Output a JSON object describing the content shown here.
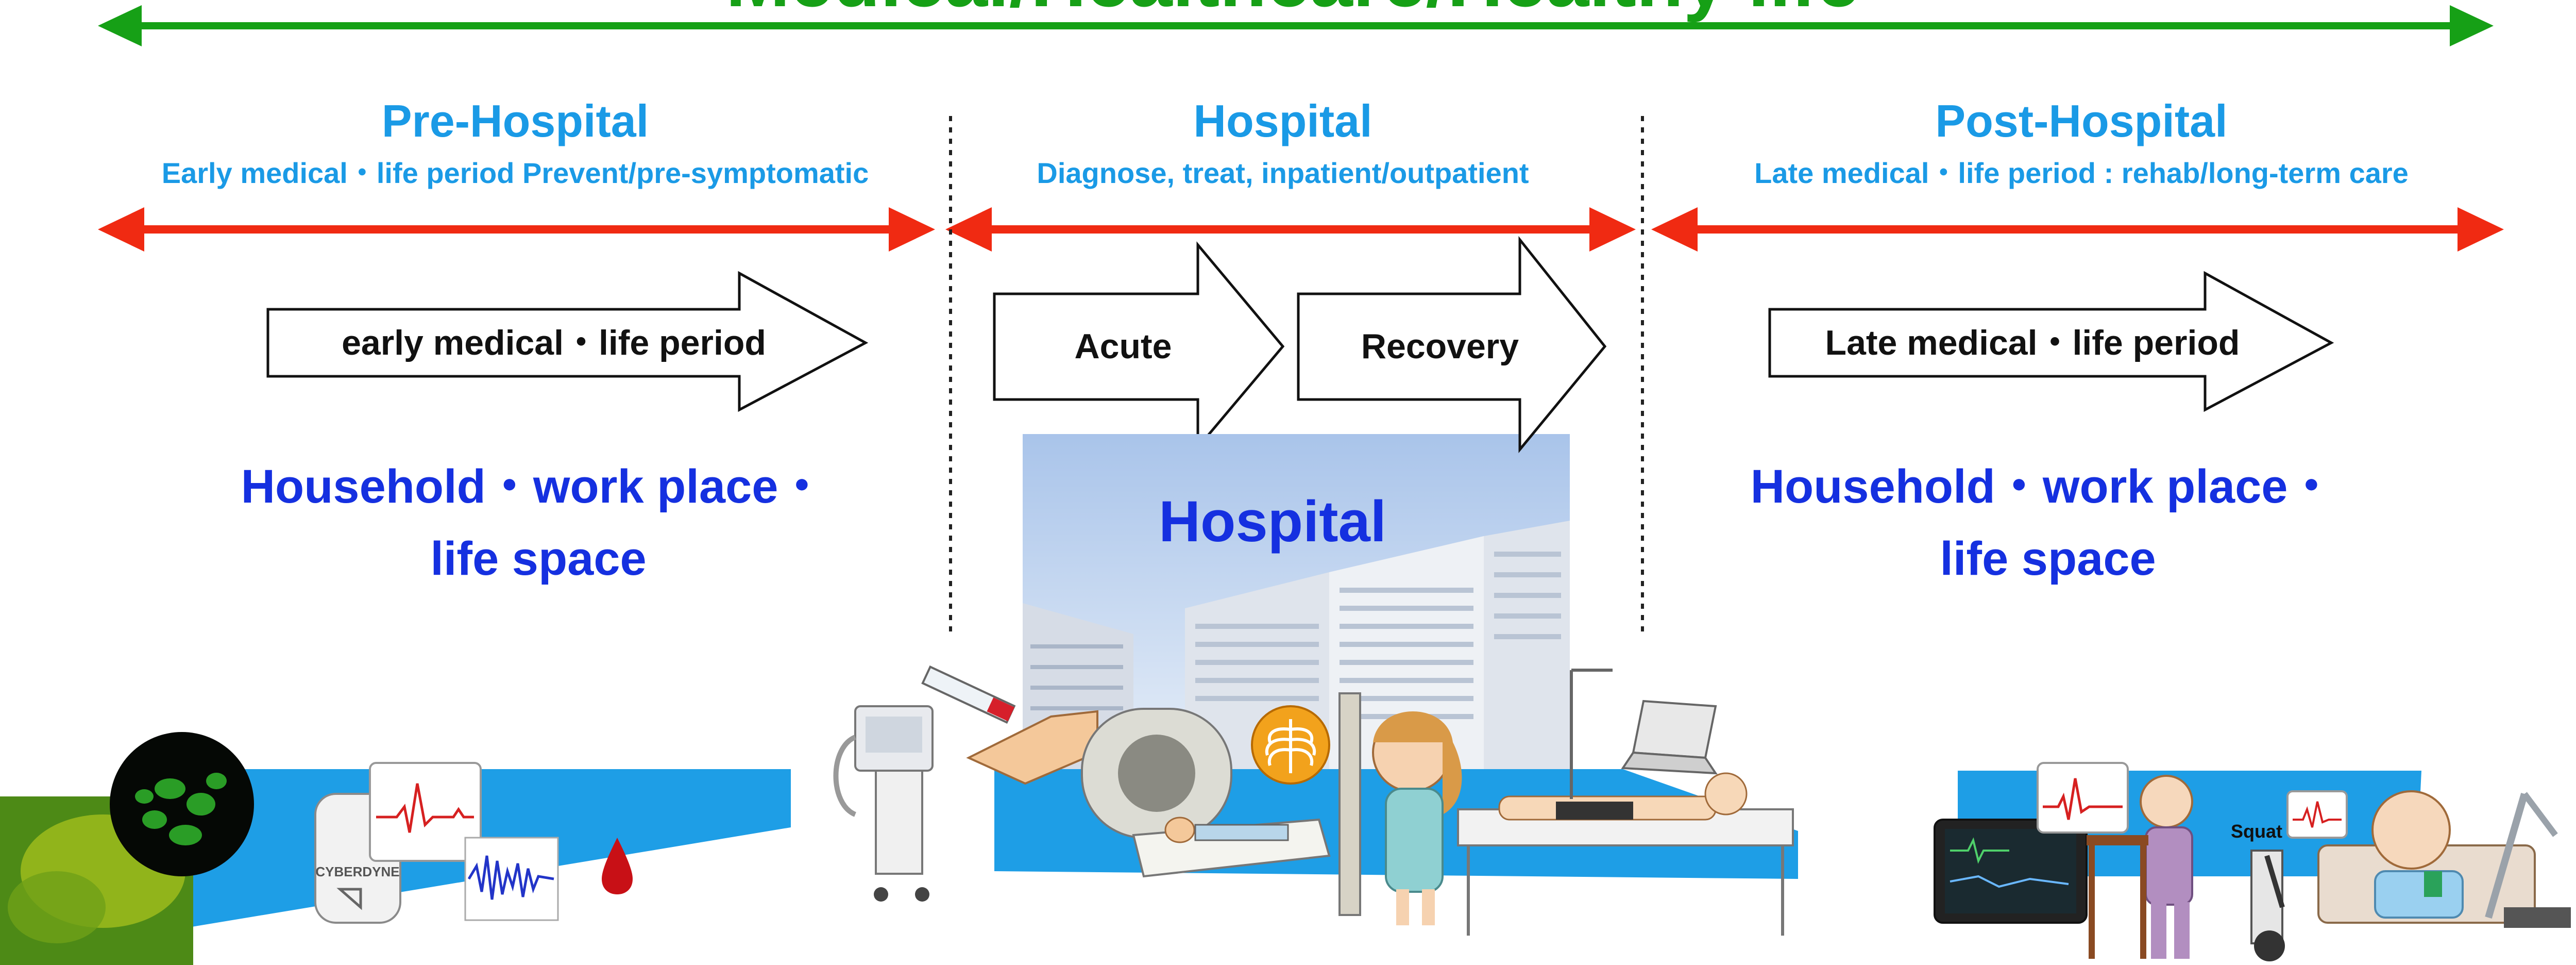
{
  "title": "Medical/Healthcare/Healthy life",
  "phases": [
    {
      "name": "Pre-Hospital",
      "description": "Early medical・life period  Prevent/pre-symptomatic"
    },
    {
      "name": "Hospital",
      "description": "Diagnose, treat, inpatient/outpatient"
    },
    {
      "name": "Post-Hospital",
      "description": "Late medical・life period : rehab/long-term care"
    }
  ],
  "stages": {
    "early": "early medical・life period",
    "acute": "Acute",
    "recovery": "Recovery",
    "late": "Late medical・life period"
  },
  "settings": {
    "pre_line1": "Household・work place・",
    "pre_line2": "life space",
    "hospital": "Hospital",
    "post_line1": "Household・work place・",
    "post_line2": "life space"
  },
  "illustration_labels": {
    "device_brand": "CYBERDYNE",
    "squat": "Squat"
  },
  "colors": {
    "title_green": "#16a016",
    "phase_blue": "#1a9ae6",
    "span_red": "#f02a12",
    "setting_blue": "#1530e0",
    "band_blue": "#1e9ee6"
  },
  "icons": [
    "fluorescence-micrograph-icon",
    "cell-micrograph-icon",
    "ecg-monitor-icon",
    "wearable-sensor-icon",
    "emg-waveform-icon",
    "blood-drop-icon",
    "ventilator-icon",
    "syringe-injection-icon",
    "mri-scanner-icon",
    "chest-xray-icon",
    "patient-and-nurse-icon",
    "bed-patient-with-sensors-icon",
    "tablet-monitor-icon",
    "elderly-chair-exercise-icon",
    "robot-arm-icon",
    "elderly-bed-patient-icon"
  ]
}
